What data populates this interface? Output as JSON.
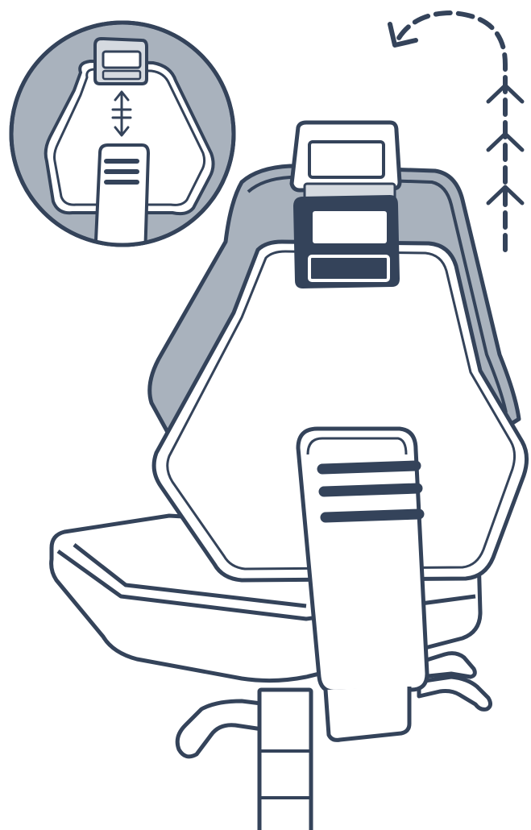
{
  "figure": {
    "subject": "gaming-chair-headrest-adjustment",
    "panels": [
      "inset-detail",
      "main-chair"
    ],
    "icons": [
      "up-down-arrow-icon",
      "curved-return-arrow-icon",
      "upward-chevron-arrow-icon"
    ]
  },
  "colors": {
    "outline": "#34435a",
    "fill_gray": "#a9b2bd",
    "inset_bg": "#a9b2bd",
    "light_fill": "#d5dae0",
    "white": "#ffffff"
  }
}
